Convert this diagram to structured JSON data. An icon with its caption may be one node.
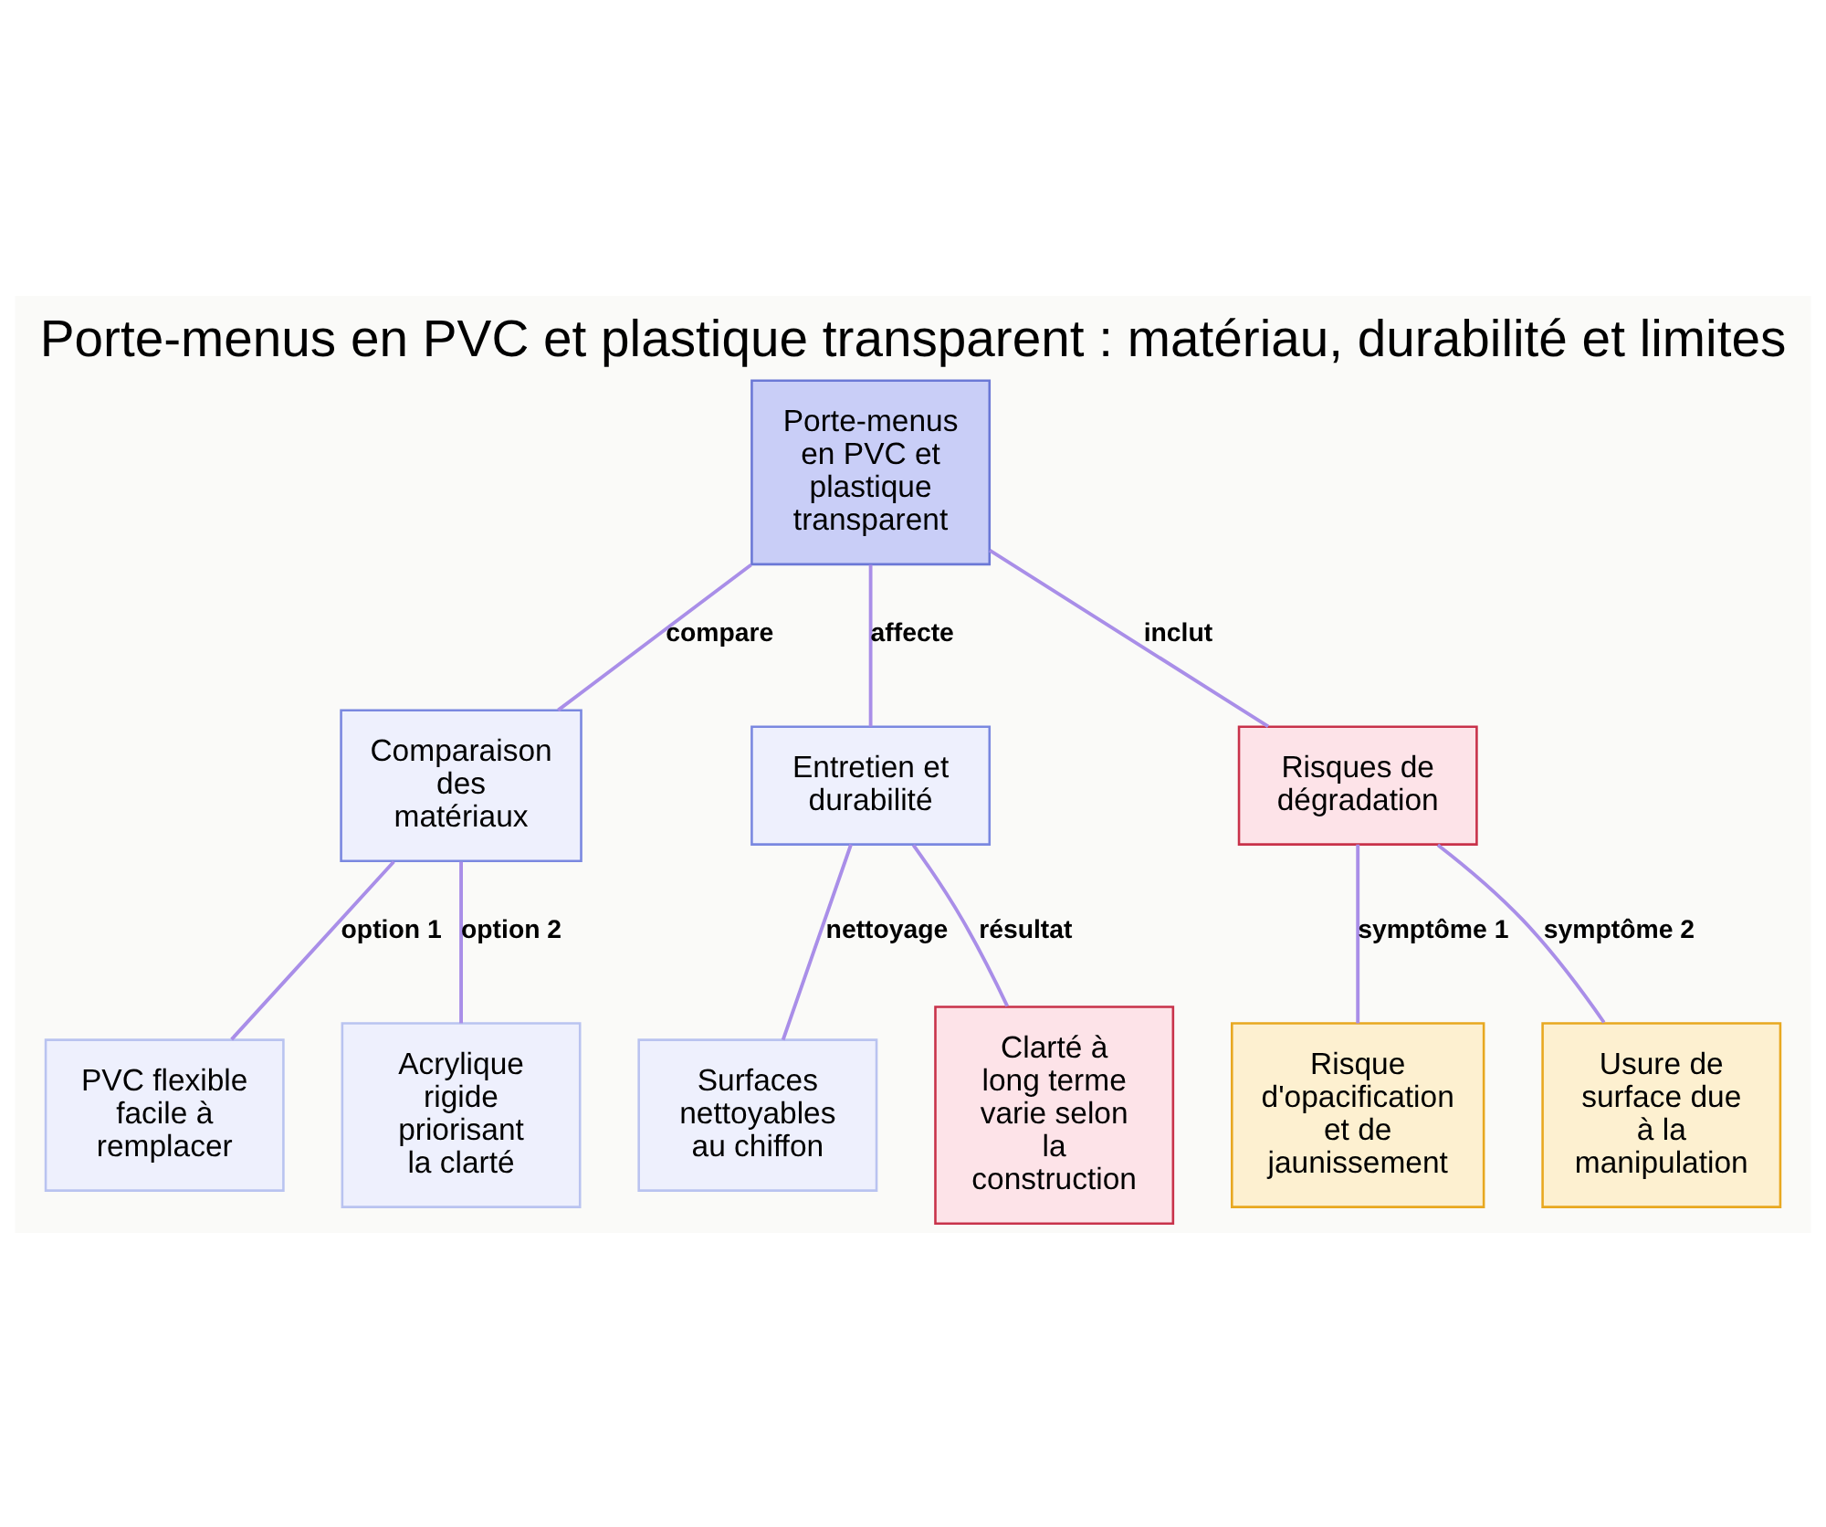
{
  "diagram": {
    "title": "Porte-menus en PVC et plastique transparent : matériau, durabilité et limites",
    "nodes": [
      {
        "text": [
          "Porte-menus en PVC et plastique transparent"
        ]
      },
      {
        "text": [
          "Comparaison des matériaux"
        ]
      },
      {
        "text": [
          "Entretien et durabilité"
        ]
      },
      {
        "text": [
          "Risques de dégradation"
        ]
      },
      {
        "text": [
          "PVC flexible facile à remplacer"
        ]
      },
      {
        "text": [
          "Acrylique rigide priorisant la clarté"
        ]
      },
      {
        "text": [
          "Surfaces nettoyables au chiffon"
        ]
      },
      {
        "text": [
          "Clarté à long terme varie selon la construction"
        ]
      },
      {
        "text": [
          "Risque d'opacification et de jaunissement"
        ]
      },
      {
        "text": [
          "Usure de surface due à la manipulation"
        ]
      }
    ],
    "edges": [
      {
        "from": 0,
        "to": 1,
        "arrow": "none",
        "label": "compare"
      },
      {
        "from": 0,
        "to": 2,
        "arrow": "none",
        "label": "affecte"
      },
      {
        "from": 0,
        "to": 3,
        "arrow": "none",
        "label": "inclut"
      },
      {
        "from": 1,
        "to": 4,
        "arrow": "none",
        "label": "option 1"
      },
      {
        "from": 1,
        "to": 5,
        "arrow": "none",
        "label": "option 2"
      },
      {
        "from": 2,
        "to": 6,
        "arrow": "none",
        "label": "nettoyage"
      },
      {
        "from": 2,
        "to": 7,
        "arrow": "none",
        "label": "résultat"
      },
      {
        "from": 3,
        "to": 8,
        "arrow": "none",
        "label": "symptôme 1"
      },
      {
        "from": 3,
        "to": 9,
        "arrow": "none",
        "label": "symptôme 2"
      }
    ]
  }
}
